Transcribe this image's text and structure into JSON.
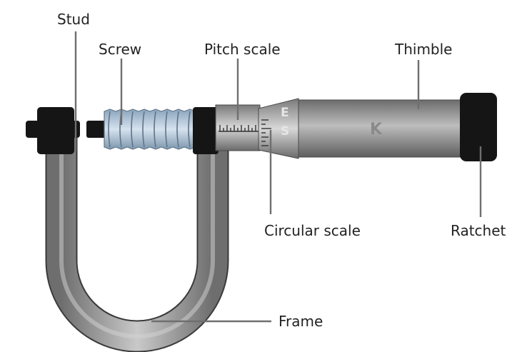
{
  "labels": {
    "stud": "Stud",
    "screw": "Screw",
    "pitch_scale": "Pitch scale",
    "thimble": "Thimble",
    "circular_scale": "Circular scale",
    "ratchet": "Ratchet",
    "frame": "Frame"
  },
  "markings": {
    "e": "E",
    "s": "S",
    "k": "K"
  },
  "colors": {
    "frame": "#8c8c8c",
    "dark_part": "#151515",
    "screw_thread": "#a9bfd3",
    "barrel": "#9a9a9a",
    "leader": "#6f6f6f"
  }
}
